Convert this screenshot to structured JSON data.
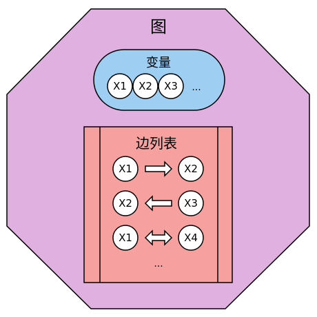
{
  "diagram": {
    "title": "图",
    "variables": {
      "label": "变量",
      "nodes": [
        "X1",
        "X2",
        "X3"
      ],
      "ellipsis": "..."
    },
    "edge_list": {
      "label": "边列表",
      "edges": [
        {
          "from": "X1",
          "to": "X2",
          "direction": "right"
        },
        {
          "from": "X2",
          "to": "X3",
          "direction": "left"
        },
        {
          "from": "X1",
          "to": "X4",
          "direction": "both"
        }
      ],
      "ellipsis": "..."
    }
  },
  "colors": {
    "octagon_fill": "#e0b0e0",
    "variables_fill": "#9ecff2",
    "edge_list_fill": "#f7a0a0",
    "node_fill": "#ffffff",
    "stroke": "#000000"
  }
}
